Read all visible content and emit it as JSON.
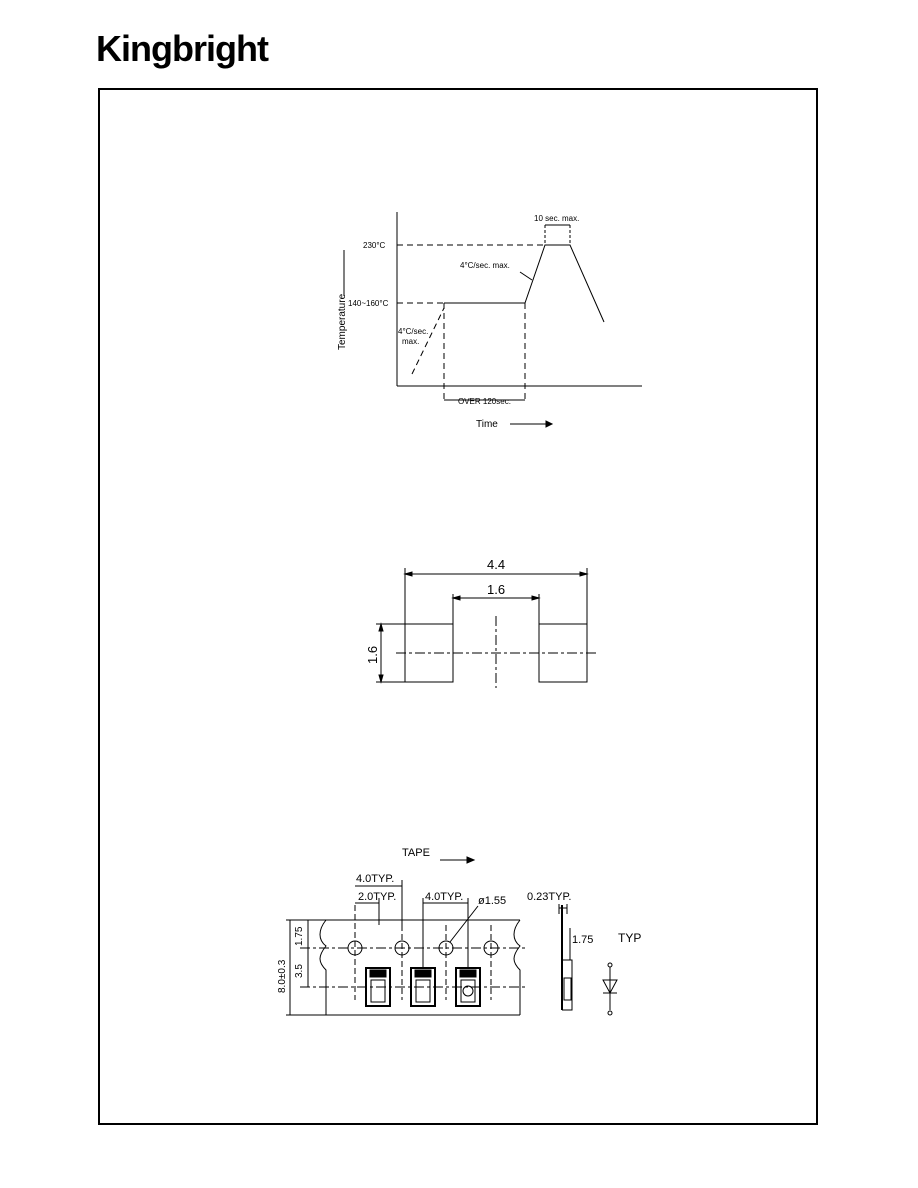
{
  "brand": {
    "logo_text": "Kingbright"
  },
  "reflow_profile": {
    "axis_y_label": "Temperature",
    "axis_x_label": "Time",
    "peak_temp": "230°C",
    "preheat_temp": "140~160°C",
    "peak_time": "10 sec. max.",
    "ramp_up_rate": "4°C/sec. max.",
    "initial_ramp_line1": "4°C/sec.",
    "initial_ramp_line2": "max.",
    "preheat_time": "OVER 120sec."
  },
  "pad_layout": {
    "overall_width": "4.4",
    "gap": "1.6",
    "pad_height": "1.6"
  },
  "tape": {
    "direction_label": "TAPE",
    "pitch_outer": "4.0TYP.",
    "hole_offset": "2.0TYP.",
    "pitch_inner": "4.0TYP.",
    "hole_diameter": "ø1.55",
    "thickness": "0.23TYP.",
    "edge_to_hole": "1.75",
    "hole_to_center": "3.5",
    "tape_width": "8.0±0.3",
    "side_depth": "1.75",
    "typ_label": "TYP"
  }
}
